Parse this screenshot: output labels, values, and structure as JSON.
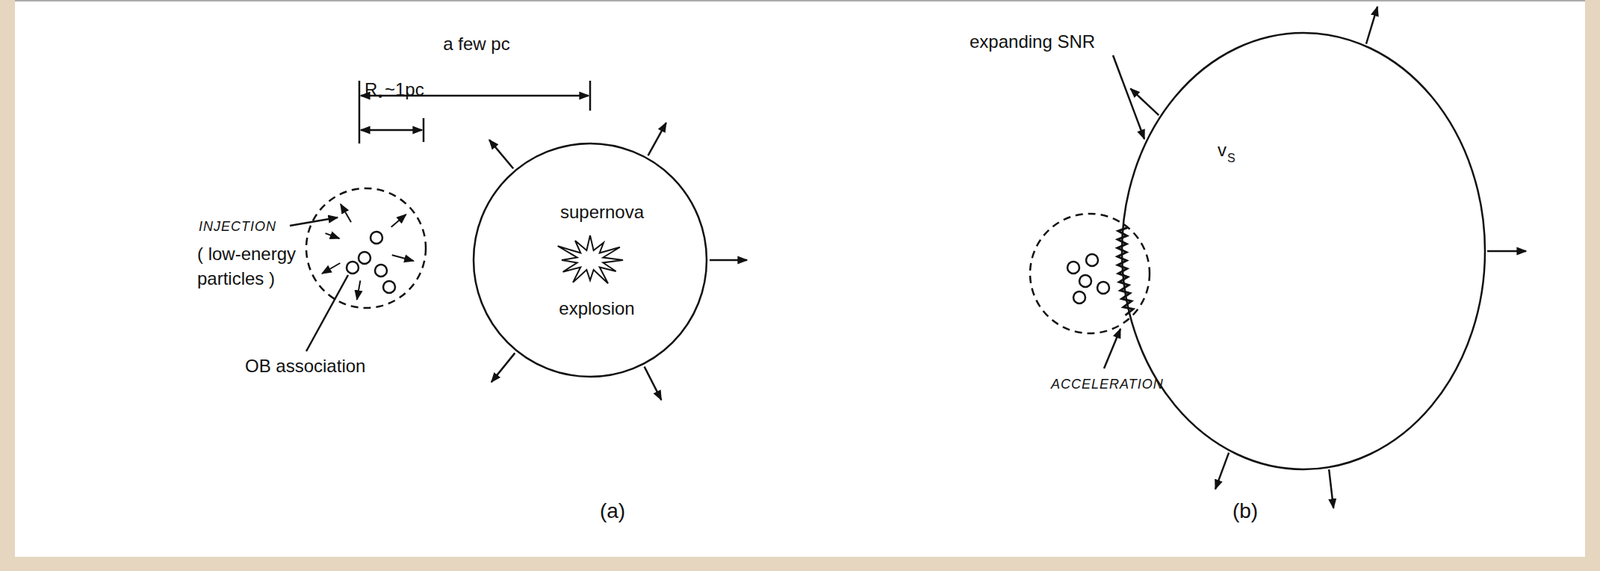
{
  "diagram": {
    "nodes": [
      {
        "text": [
          "supernova",
          "explosion"
        ]
      }
    ],
    "labels": [
      "a few pc",
      "R",
      "•",
      "~1pc",
      "INJECTION",
      "( low-energy particles )",
      "OB association",
      "(a)",
      "expanding SNR",
      "v",
      "S",
      "ACCELERATION",
      "(b)"
    ]
  }
}
